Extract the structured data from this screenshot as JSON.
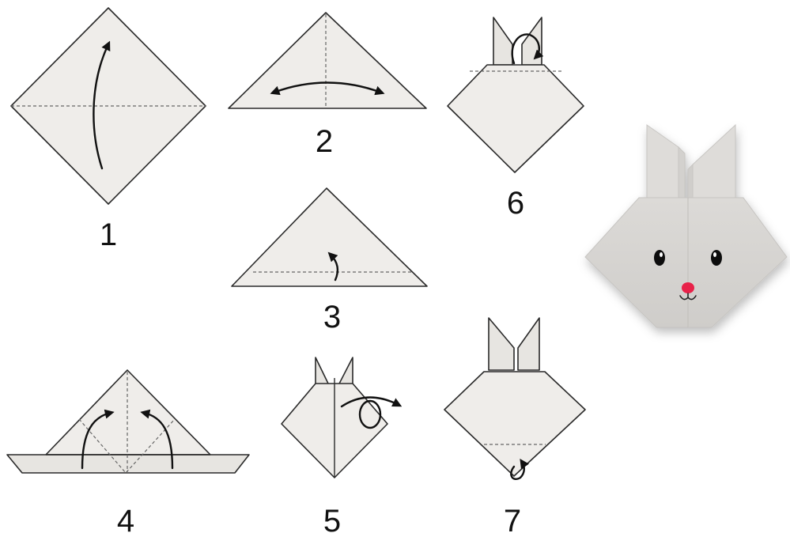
{
  "steps": [
    {
      "id": 1,
      "label": "1"
    },
    {
      "id": 2,
      "label": "2"
    },
    {
      "id": 3,
      "label": "3"
    },
    {
      "id": 4,
      "label": "4"
    },
    {
      "id": 5,
      "label": "5"
    },
    {
      "id": 6,
      "label": "6"
    },
    {
      "id": 7,
      "label": "7"
    }
  ],
  "colors": {
    "paper": "#efedea",
    "finished_paper": "#d8d6d3",
    "nose": "#e8204a",
    "eye": "#111111"
  }
}
